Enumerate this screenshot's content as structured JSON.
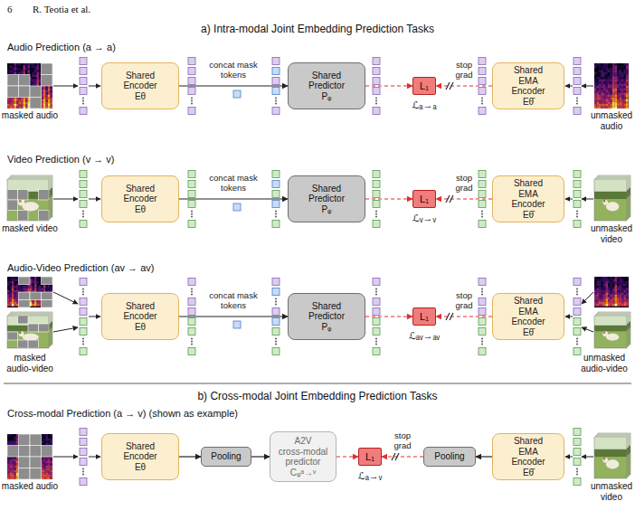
{
  "diagram": {
    "nodes": [
      {
        "text": [
          "Shared Encoder Eθ"
        ]
      },
      {
        "text": [
          "Shared Predictor Pᵩ"
        ]
      },
      {
        "text": [
          "L₁"
        ]
      },
      {
        "text": [
          "Shared EMA Encoder Eθ̄"
        ]
      },
      {
        "text": [
          "Shared Encoder Eθ"
        ]
      },
      {
        "text": [
          "Shared Predictor Pᵩ"
        ]
      },
      {
        "text": [
          "L₁"
        ]
      },
      {
        "text": [
          "Shared EMA Encoder Eθ̄"
        ]
      },
      {
        "text": [
          "Shared Encoder Eθ"
        ]
      },
      {
        "text": [
          "Shared Predictor Pᵩ"
        ]
      },
      {
        "text": [
          "L₁"
        ]
      },
      {
        "text": [
          "Shared EMA Encoder Eθ̄"
        ]
      },
      {
        "text": [
          "Shared Encoder Eθ"
        ]
      },
      {
        "text": [
          "Pooling"
        ]
      },
      {
        "text": [
          "A2V cross-modal predictor Cᵩᵃ→ᵛ"
        ]
      },
      {
        "text": [
          "L₁"
        ]
      },
      {
        "text": [
          "Pooling"
        ]
      },
      {
        "text": [
          "Shared EMA Encoder Eθ̄"
        ]
      }
    ],
    "edges": [
      {
        "from": 0,
        "to": 1,
        "arrow": "to",
        "label": "concat mask tokens"
      },
      {
        "from": 1,
        "to": 2,
        "arrow": "to"
      },
      {
        "from": 3,
        "to": 2,
        "arrow": "to",
        "label": "stop grad"
      },
      {
        "from": 4,
        "to": 5,
        "arrow": "to",
        "label": "concat mask tokens"
      },
      {
        "from": 5,
        "to": 6,
        "arrow": "to"
      },
      {
        "from": 7,
        "to": 6,
        "arrow": "to",
        "label": "stop grad"
      },
      {
        "from": 8,
        "to": 9,
        "arrow": "to",
        "label": "concat mask tokens"
      },
      {
        "from": 9,
        "to": 10,
        "arrow": "to"
      },
      {
        "from": 11,
        "to": 10,
        "arrow": "to",
        "label": "stop grad"
      },
      {
        "from": 12,
        "to": 13,
        "arrow": "to"
      },
      {
        "from": 13,
        "to": 14,
        "arrow": "to"
      },
      {
        "from": 14,
        "to": 15,
        "arrow": "to"
      },
      {
        "from": 16,
        "to": 15,
        "arrow": "to",
        "label": "stop grad"
      },
      {
        "from": 17,
        "to": 16,
        "arrow": "to"
      }
    ],
    "labels": [
      "6",
      "R. Teotia et al.",
      "a) Intra-modal Joint Embedding Prediction Tasks",
      "Audio Prediction (a → a)",
      "masked audio",
      "unmasked audio",
      "ℒₐ→ₐ",
      "Video Prediction (v → v)",
      "masked video",
      "unmasked video",
      "ℒᵥ→ᵥ",
      "Audio-Video Prediction (av → av)",
      "masked audio-video",
      "unmasked audio-video",
      "ℒₐᵥ→ₐᵥ",
      "b) Cross-modal Joint Embedding Prediction Tasks",
      "Cross-modal Prediction (a → v) (shown as example)",
      "masked audio",
      "unmasked video",
      "ℒₐ→ᵥ"
    ]
  }
}
